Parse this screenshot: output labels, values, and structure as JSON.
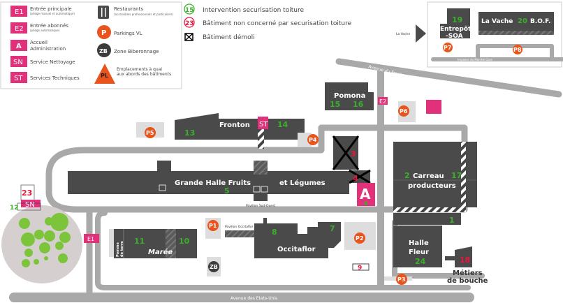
{
  "colors": {
    "entry": "#e0317a",
    "parking": "#e8541c",
    "building": "#4a4a4a",
    "road": "#a9a9a9",
    "green_number": "#3ab02a",
    "red_number": "#e8173d",
    "trees": "#7cc43a"
  },
  "legend": {
    "e1": {
      "badge": "E1",
      "label": "Entrée principale",
      "sub": "(péage manuel et automatique)"
    },
    "e2": {
      "badge": "E2",
      "label": "Entrée abonnés",
      "sub": "(péage automatique)"
    },
    "a": {
      "badge": "A",
      "label1": "Accueil",
      "label2": "Administration"
    },
    "sn": {
      "badge": "SN",
      "label": "Service Nettoyage"
    },
    "st": {
      "badge": "ST",
      "label": "Services Techniques"
    },
    "restaurants": {
      "icon": "fork-knife-icon",
      "label": "Restaurants",
      "sub": "(accessibles professionnels et particuliers)"
    },
    "parkings": {
      "badge": "P",
      "label": "Parkings VL"
    },
    "zb": {
      "badge": "ZB",
      "label": "Zone Biberonnage"
    },
    "pl": {
      "badge": "PL",
      "label1": "Emplacements à quai",
      "label2": "aux abords des bâtiments"
    }
  },
  "legend2": {
    "green": {
      "badge": "15",
      "label": "Intervention securisation toiture"
    },
    "red": {
      "badge": "23",
      "label": "Bâtiment non concerné par securisation toiture"
    },
    "demolished": {
      "icon": "crossed-box-icon",
      "label": "Bâtiment démoli"
    }
  },
  "inset": {
    "arrow_label": "La Vache",
    "entrepot_num": "19",
    "entrepot1": "Entrepôt",
    "entrepot2": "-SOA",
    "vache_left": "La Vache",
    "vache_num": "20",
    "vache_right": "B.O.F.",
    "p7": "P7",
    "p8": "P8",
    "street": "Impasse du Marché Gare"
  },
  "roads": {
    "fronton": "Avenue du Fronton",
    "etats_unis": "Avenue des Etats-Unis"
  },
  "buildings": {
    "fronton": "Fronton",
    "fronton_num13": "13",
    "fronton_num14": "14",
    "st": "ST",
    "pomona": "Pomona",
    "pomona_num15": "15",
    "pomona_num16": "16",
    "e2": "E2",
    "e1": "E1",
    "demolished_num3": "3",
    "demolished_num4": "4",
    "accueil": "A",
    "accueil_num": "6",
    "grande_halle": "Grande Halle Fruits",
    "grande_halle2": "et Légumes",
    "grande_halle_num": "5",
    "pavillon_sud_ouest": "Pavillon Sud-Ouest",
    "carreau1": "Carreau",
    "carreau2": "producteurs",
    "carreau_num2": "2",
    "carreau_num17": "17",
    "band_num1": "1",
    "halle_fleur1": "Halle",
    "halle_fleur2": "Fleur",
    "halle_fleur_num": "24",
    "metiers_num": "18",
    "metiers1": "Métiers",
    "metiers2": "de bouche",
    "maree": "Marée",
    "maree_num11": "11",
    "maree_num10": "10",
    "pomme1": "Pomme",
    "pomme2": "de terre",
    "pavillon_occitaflor": "Pavillon Occitaflor",
    "occitaflor": "Occitaflor",
    "occitaflor_num8": "8",
    "occitaflor_num7": "7",
    "num9": "9",
    "sn": "SN",
    "sn_num23": "23",
    "sn_num12": "12",
    "zb": "ZB"
  },
  "parkings": {
    "p1": "P1",
    "p2": "P2",
    "p3": "P3",
    "p4": "P4",
    "p5": "P5",
    "p6": "P6"
  }
}
